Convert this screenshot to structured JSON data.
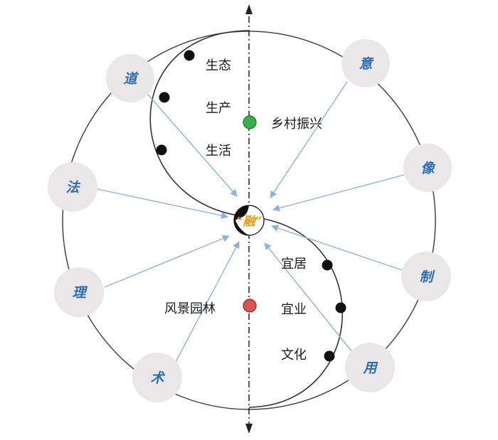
{
  "nodes": {
    "dao": "道",
    "yi": "意",
    "fa": "法",
    "xiang": "像",
    "li": "理",
    "zhi": "制",
    "shu": "术",
    "yong": "用"
  },
  "center": {
    "label": "“融”"
  },
  "upper_labels": {
    "shengtai": "生态",
    "shengchan": "生产",
    "shenghuo": "生活"
  },
  "lower_labels": {
    "yiju": "宜居",
    "yiye": "宜业",
    "wenhua": "文化"
  },
  "markers": {
    "upper": "乡村振兴",
    "lower": "风景园林"
  },
  "colors": {
    "node_fill": "#e9e7e8",
    "node_text": "#2f6db3",
    "arrow": "#8fb1dc",
    "center_accent": "#f39c12",
    "upper_marker": "#3cae4a",
    "lower_marker": "#d9534f"
  }
}
